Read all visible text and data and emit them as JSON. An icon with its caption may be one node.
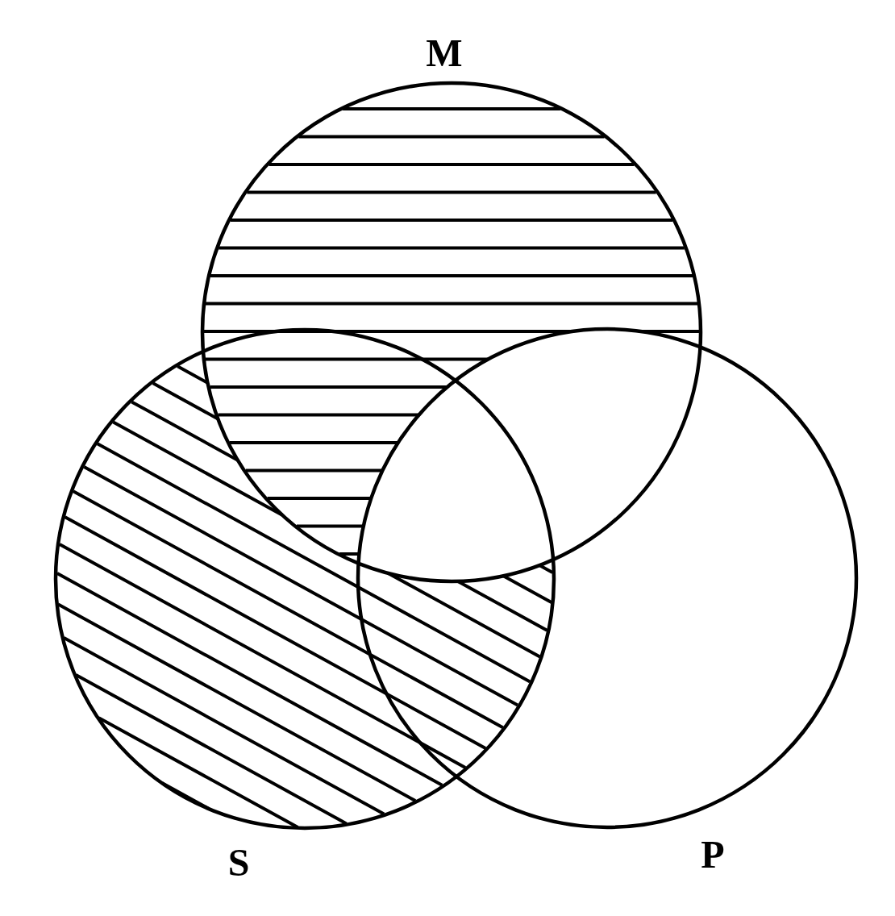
{
  "diagram": {
    "nodes": [
      {
        "text": [
          "M"
        ]
      },
      {
        "text": [
          "S"
        ]
      },
      {
        "text": [
          "P"
        ]
      }
    ]
  }
}
